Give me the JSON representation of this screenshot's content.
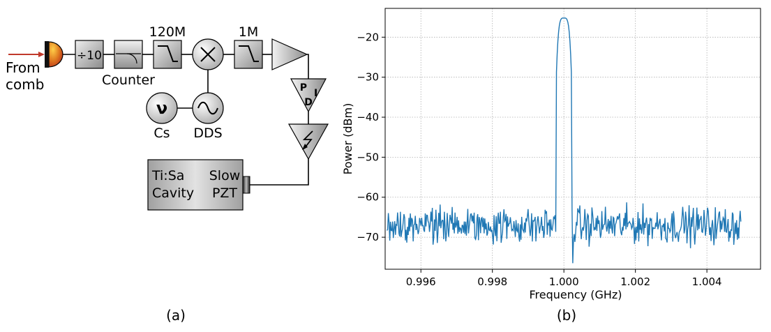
{
  "diagram": {
    "from_label_1": "From",
    "from_label_2": "comb",
    "divider_label": "÷10",
    "counter_label": "Counter",
    "lp120_label": "120M",
    "lp1_label": "1M",
    "cs_label": "Cs",
    "dds_label": "DDS",
    "pid_p": "P",
    "pid_i": "I",
    "pid_d": "D",
    "tisa_line1": "Ti:Sa",
    "tisa_line2": "Cavity",
    "pzt_line1": "Slow",
    "pzt_line2": "PZT",
    "caption": "(a)",
    "colors": {
      "arrow": "#c0392b",
      "box_gray_light": "#e6e6e6",
      "box_gray_dark": "#8c8c8c"
    }
  },
  "chart_data": {
    "type": "line",
    "caption": "(b)",
    "xlabel": "Frequency (GHz)",
    "ylabel": "Power (dBm)",
    "xlim": [
      0.995,
      1.0055
    ],
    "ylim": [
      -78,
      -12.8
    ],
    "x_ticks": [
      {
        "value": 0.996,
        "label": "0.996"
      },
      {
        "value": 0.998,
        "label": "0.998"
      },
      {
        "value": 1.0,
        "label": "1.000"
      },
      {
        "value": 1.002,
        "label": "1.002"
      },
      {
        "value": 1.004,
        "label": "1.004"
      }
    ],
    "y_ticks": [
      {
        "value": -20,
        "label": "−20"
      },
      {
        "value": -30,
        "label": "−30"
      },
      {
        "value": -40,
        "label": "−40"
      },
      {
        "value": -50,
        "label": "−50"
      },
      {
        "value": -60,
        "label": "−60"
      },
      {
        "value": -70,
        "label": "−70"
      }
    ],
    "grid": true,
    "line_color": "#1f77b4",
    "series": [
      {
        "x_start": 0.99505,
        "x_end": 1.00495,
        "points": 500,
        "noise_floor_dbm": -67,
        "noise_spread_db": 4.5,
        "peak_center_ghz": 1.0,
        "peak_dbm": -15.2,
        "peak_halfwidth_ghz": 0.00017,
        "shoulder_dbm": -60.5
      }
    ]
  }
}
